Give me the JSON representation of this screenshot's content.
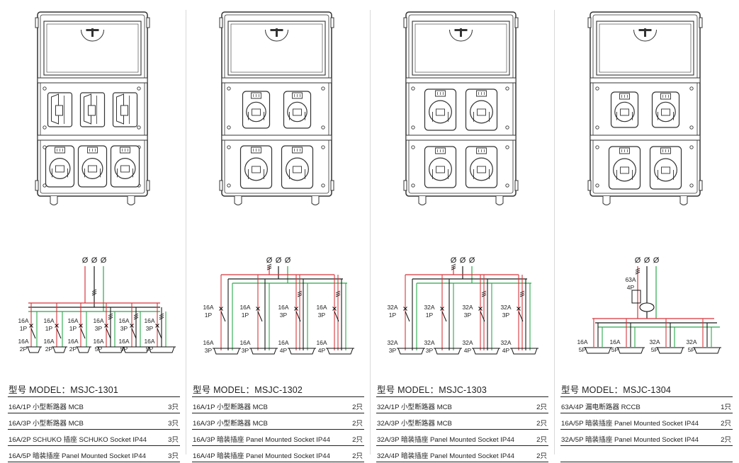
{
  "models": [
    {
      "model_label": "型号 MODEL：MSJC-1301",
      "diagram": {
        "phase_symbols": [
          "Ø",
          "Ø",
          "Ø"
        ],
        "main_device": null,
        "breakers": [
          {
            "rating": "16A",
            "poles": "1P"
          },
          {
            "rating": "16A",
            "poles": "1P"
          },
          {
            "rating": "16A",
            "poles": "1P"
          },
          {
            "rating": "16A",
            "poles": "3P"
          },
          {
            "rating": "16A",
            "poles": "3P"
          },
          {
            "rating": "16A",
            "poles": "3P"
          }
        ],
        "sockets": [
          {
            "rating": "16A",
            "poles": "2P"
          },
          {
            "rating": "16A",
            "poles": "2P"
          },
          {
            "rating": "16A",
            "poles": "2P"
          },
          {
            "rating": "16A",
            "poles": "5P"
          },
          {
            "rating": "16A",
            "poles": "5P"
          },
          {
            "rating": "16A",
            "poles": "5P"
          }
        ]
      },
      "specs": [
        {
          "desc": "16A/1P 小型断路器 MCB",
          "qty": "3只"
        },
        {
          "desc": "16A/3P 小型断路器 MCB",
          "qty": "3只"
        },
        {
          "desc": "16A/2P  SCHUKO 插座 SCHUKO Socket IP44",
          "qty": "3只"
        },
        {
          "desc": "16A/5P 暗装插座 Panel Mounted Socket IP44",
          "qty": "3只"
        }
      ]
    },
    {
      "model_label": "型号 MODEL：MSJC-1302",
      "diagram": {
        "phase_symbols": [
          "Ø",
          "Ø",
          "Ø"
        ],
        "main_device": null,
        "breakers": [
          {
            "rating": "16A",
            "poles": "1P"
          },
          {
            "rating": "16A",
            "poles": "1P"
          },
          {
            "rating": "16A",
            "poles": "3P"
          },
          {
            "rating": "16A",
            "poles": "3P"
          }
        ],
        "sockets": [
          {
            "rating": "16A",
            "poles": "3P"
          },
          {
            "rating": "16A",
            "poles": "3P"
          },
          {
            "rating": "16A",
            "poles": "4P"
          },
          {
            "rating": "16A",
            "poles": "4P"
          }
        ]
      },
      "specs": [
        {
          "desc": "16A/1P 小型断路器 MCB",
          "qty": "2只"
        },
        {
          "desc": "16A/3P 小型断路器 MCB",
          "qty": "2只"
        },
        {
          "desc": "16A/3P 暗装插座 Panel Mounted Socket IP44",
          "qty": "2只"
        },
        {
          "desc": "16A/4P 暗装插座 Panel Mounted Socket IP44",
          "qty": "2只"
        }
      ]
    },
    {
      "model_label": "型号 MODEL：MSJC-1303",
      "diagram": {
        "phase_symbols": [
          "Ø",
          "Ø",
          "Ø"
        ],
        "main_device": null,
        "breakers": [
          {
            "rating": "32A",
            "poles": "1P"
          },
          {
            "rating": "32A",
            "poles": "1P"
          },
          {
            "rating": "32A",
            "poles": "3P"
          },
          {
            "rating": "32A",
            "poles": "3P"
          }
        ],
        "sockets": [
          {
            "rating": "32A",
            "poles": "3P"
          },
          {
            "rating": "32A",
            "poles": "3P"
          },
          {
            "rating": "32A",
            "poles": "4P"
          },
          {
            "rating": "32A",
            "poles": "4P"
          }
        ]
      },
      "specs": [
        {
          "desc": "32A/1P 小型断路器 MCB",
          "qty": "2只"
        },
        {
          "desc": "32A/3P 小型断路器 MCB",
          "qty": "2只"
        },
        {
          "desc": "32A/3P 暗装插座 Panel Mounted Socket IP44",
          "qty": "2只"
        },
        {
          "desc": "32A/4P 暗装插座 Panel Mounted Socket IP44",
          "qty": "2只"
        }
      ]
    },
    {
      "model_label": "型号 MODEL：MSJC-1304",
      "diagram": {
        "phase_symbols": [
          "Ø",
          "Ø",
          "Ø"
        ],
        "main_device": {
          "rating": "63A",
          "poles": "4P"
        },
        "breakers": [],
        "sockets": [
          {
            "rating": "16A",
            "poles": "5P"
          },
          {
            "rating": "16A",
            "poles": "5P"
          },
          {
            "rating": "32A",
            "poles": "5P"
          },
          {
            "rating": "32A",
            "poles": "5P"
          }
        ]
      },
      "specs": [
        {
          "desc": "63A/4P 漏电断路器 RCCB",
          "qty": "1只"
        },
        {
          "desc": "16A/5P 暗装插座 Panel Mounted Socket IP44",
          "qty": "2只"
        },
        {
          "desc": "32A/5P 暗装插座 Panel Mounted Socket IP44",
          "qty": "2只"
        },
        {
          "desc": "",
          "qty": ""
        }
      ]
    }
  ],
  "colors": {
    "red": "#d8343b",
    "green": "#2aa84a",
    "black": "#1a1a1a",
    "outline": "#333333"
  }
}
